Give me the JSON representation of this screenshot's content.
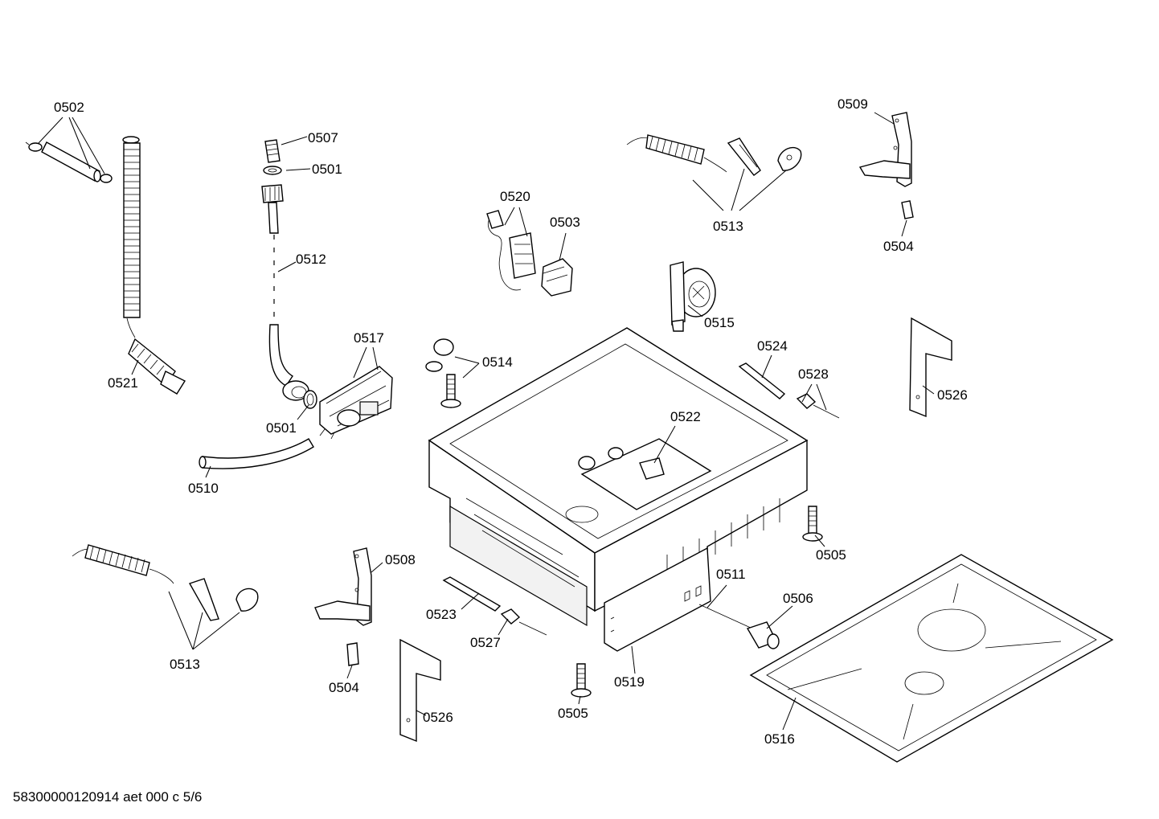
{
  "labels": {
    "p0502": "0502",
    "p0507": "0507",
    "p0501a": "0501",
    "p0512": "0512",
    "p0520": "0520",
    "p0503": "0503",
    "p0513a": "0513",
    "p0509": "0509",
    "p0504a": "0504",
    "p0515": "0515",
    "p0517": "0517",
    "p0514": "0514",
    "p0524": "0524",
    "p0528": "0528",
    "p0526a": "0526",
    "p0521": "0521",
    "p0501b": "0501",
    "p0522": "0522",
    "p0510": "0510",
    "p0505a": "0505",
    "p0508": "0508",
    "p0511": "0511",
    "p0506": "0506",
    "p0513b": "0513",
    "p0523": "0523",
    "p0527": "0527",
    "p0519": "0519",
    "p0504b": "0504",
    "p0505b": "0505",
    "p0526b": "0526",
    "p0516": "0516"
  },
  "footer": {
    "code": "58300000120914 aet 000 c 5/6"
  }
}
